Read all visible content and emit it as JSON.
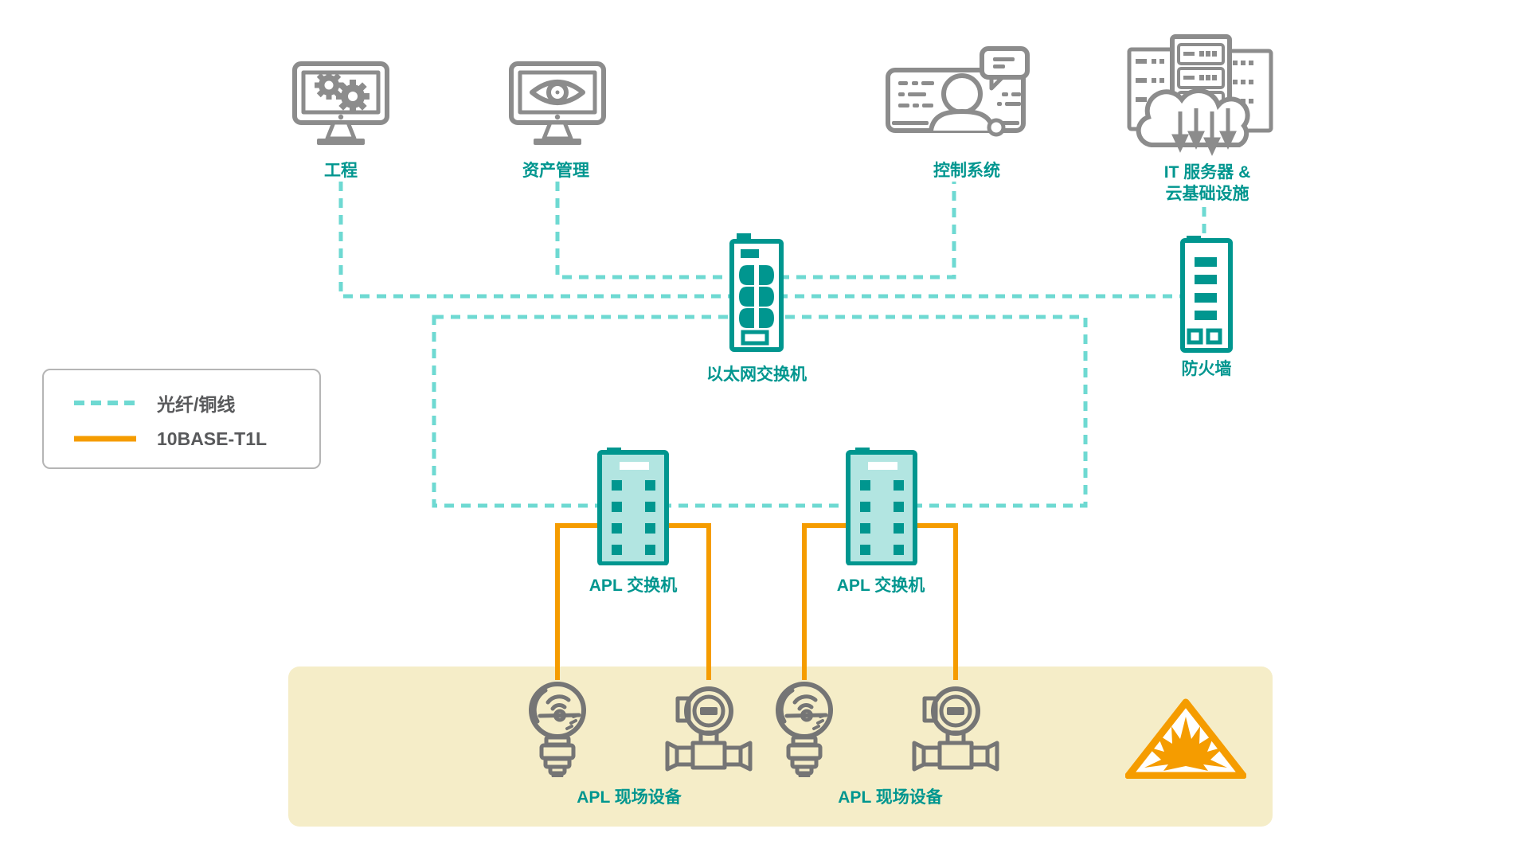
{
  "nodes": {
    "engineering": {
      "label": "工程"
    },
    "asset_management": {
      "label": "资产管理"
    },
    "control_system": {
      "label": "控制系统"
    },
    "it_server_cloud": {
      "label_line1": "IT 服务器 &",
      "label_line2": "云基础设施"
    },
    "ethernet_switch": {
      "label": "以太网交换机"
    },
    "firewall": {
      "label": "防火墙"
    },
    "apl_switch_left": {
      "label": "APL 交换机"
    },
    "apl_switch_right": {
      "label": "APL 交换机"
    },
    "apl_field_devices_left": {
      "label": "APL 现场设备"
    },
    "apl_field_devices_right": {
      "label": "APL 现场设备"
    }
  },
  "legend": {
    "items": [
      {
        "id": "fiber-copper",
        "style": "dashed-teal",
        "label": "光纤/铜线"
      },
      {
        "id": "10base-t1l",
        "style": "solid-orange",
        "label": "10BASE-T1L"
      }
    ]
  },
  "icons": {
    "engineering": "monitor-gears-icon",
    "asset_management": "monitor-eye-icon",
    "control_system": "operator-panel-icon",
    "it_server_cloud": "server-cloud-download-icon",
    "ethernet_switch": "ethernet-switch-icon",
    "firewall": "firewall-icon",
    "apl_switch": "apl-switch-icon",
    "field_device_gauge": "pressure-gauge-icon",
    "field_device_transmitter": "flow-transmitter-icon",
    "hazard": "explosion-hazard-icon"
  },
  "colors": {
    "teal": "#00968f",
    "teal_dashed_line": "#6ed9d2",
    "orange": "#f59c00",
    "icon_gray": "#8c8c8c",
    "device_gray": "#757575",
    "legend_text": "#58595b",
    "apl_switch_fill": "#b2e5e1",
    "hazard_zone_fill": "#f5edc8"
  }
}
